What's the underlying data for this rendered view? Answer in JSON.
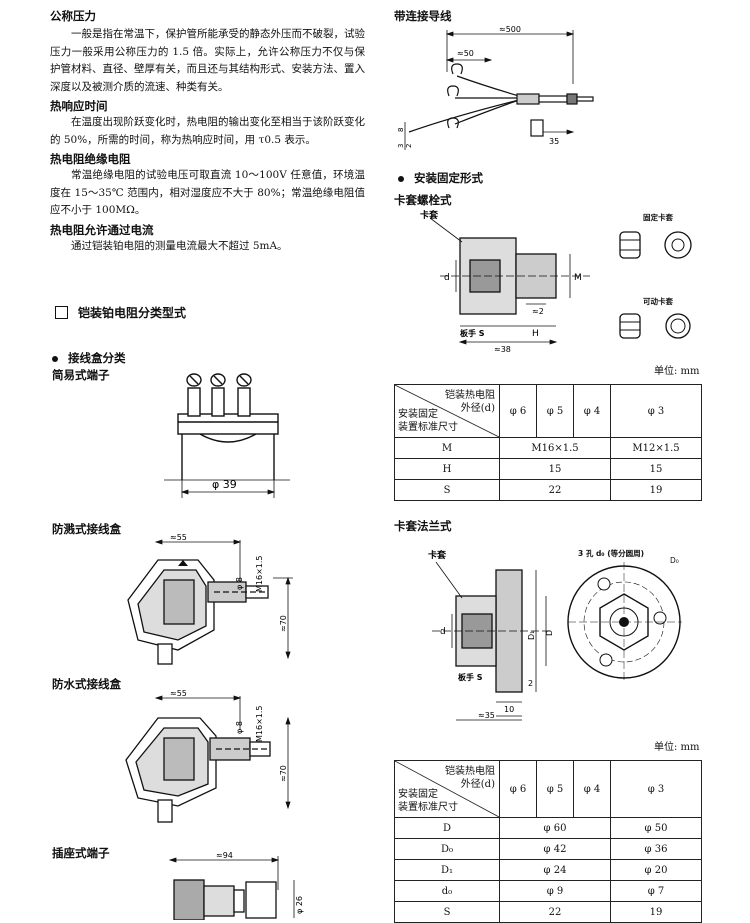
{
  "left": {
    "s1_title": "公称压力",
    "s1_text": "一般是指在常温下，保护管所能承受的静态外压而不破裂，试验压力一般采用公称压力的 1.5 倍。实际上，允许公称压力不仅与保护管材料、直径、壁厚有关，而且还与其结构形式、安装方法、置入深度以及被测介质的流速、种类有关。",
    "s2_title": "热响应时间",
    "s2_text": "在温度出现阶跃变化时，热电阻的输出变化至相当于该阶跃变化的 50%，所需的时间，称为热响应时间，用 τ0.5 表示。",
    "s3_title": "热电阻绝缘电阻",
    "s3_text": "常温绝缘电阻的试验电压可取直流 10～100V 任意值，环境温度在 15～35℃ 范围内，相对湿度应不大于 80%；常温绝缘电阻值应不小于 100MΩ。",
    "s4_title": "热电阻允许通过电流",
    "s4_text": "通过铠装铂电阻的测量电流最大不超过 5mA。",
    "section_heading": "铠装铂电阻分类型式",
    "bullet_junction": "接线盒分类",
    "simple_terminal": "简易式端子",
    "simple_dim": "φ 39",
    "splash_box": "防溅式接线盒",
    "waterproof_box": "防水式接线盒",
    "plug_terminal": "插座式端子",
    "dims": {
      "w55": "≈55",
      "phi8": "φ 8",
      "m16": "M16×1.5",
      "h70": "≈70",
      "w94": "≈94",
      "phi26": "φ 26"
    }
  },
  "right": {
    "lead_title": "带连接导线",
    "lead_dims": {
      "d500": "≈500",
      "d50": "≈50",
      "d35": "35",
      "d8": "8",
      "d3": "3",
      "d2": "2"
    },
    "bullet_install": "安装固定形式",
    "ferrule_bolt": "卡套螺栓式",
    "ferrule_label": "卡套",
    "fixed_ferrule": "固定卡套",
    "movable_ferrule": "可动卡套",
    "bolt_dims": {
      "d": "d",
      "M": "M",
      "w2": "≈2",
      "wrench": "板手 S",
      "H": "H",
      "w38": "≈38"
    },
    "unit": "单位: mm",
    "table1": {
      "header_top": "铠装热电阻",
      "header_od": "外径(d)",
      "header_std": "安装固定",
      "header_std2": "装置标准尺寸",
      "cols": [
        "φ 6",
        "φ 5",
        "φ 4",
        "φ 3"
      ],
      "rows": [
        {
          "name": "M",
          "a": "M16×1.5",
          "b": "M12×1.5"
        },
        {
          "name": "H",
          "a": "15",
          "b": "15"
        },
        {
          "name": "S",
          "a": "22",
          "b": "19"
        }
      ]
    },
    "flange_title": "卡套法兰式",
    "flange_ferrule": "卡套",
    "holes_label": "3 孔 d₀ (等分圆周)",
    "flange_dims": {
      "D0": "D₀",
      "d": "d",
      "D1": "D₁",
      "D": "D",
      "wrench": "板手 S",
      "d2": "2",
      "d10": "10",
      "w35": "≈35"
    },
    "unit2": "单位: mm",
    "table2": {
      "header_top": "铠装热电阻",
      "header_od": "外径(d)",
      "header_std": "安装固定",
      "header_std2": "装置标准尺寸",
      "cols": [
        "φ 6",
        "φ 5",
        "φ 4",
        "φ 3"
      ],
      "rows": [
        {
          "name": "D",
          "a": "φ 60",
          "b": "φ 50"
        },
        {
          "name": "D₀",
          "a": "φ 42",
          "b": "φ 36"
        },
        {
          "name": "D₁",
          "a": "φ 24",
          "b": "φ 20"
        },
        {
          "name": "d₀",
          "a": "φ 9",
          "b": "φ 7"
        },
        {
          "name": "S",
          "a": "22",
          "b": "19"
        }
      ]
    }
  }
}
